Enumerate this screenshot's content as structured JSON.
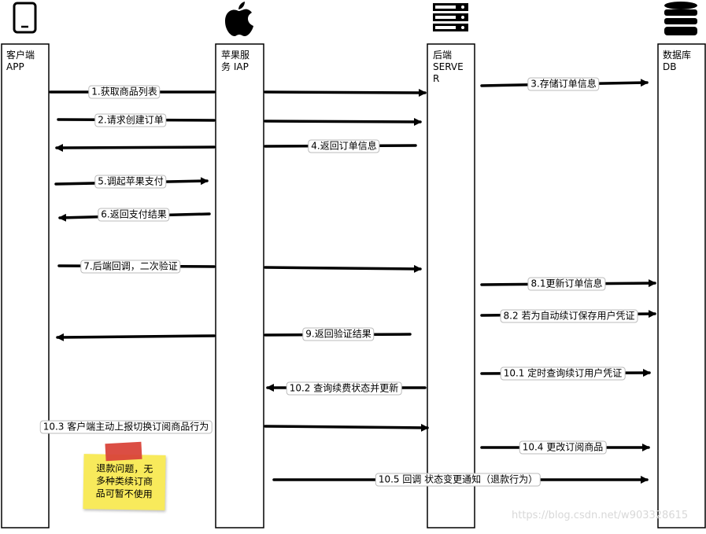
{
  "lanes": [
    {
      "id": "client",
      "label": "客户端\nAPP",
      "icon": "tablet-icon"
    },
    {
      "id": "apple",
      "label": "苹果服\n务 IAP",
      "icon": "apple-icon"
    },
    {
      "id": "server",
      "label": "后端\nSERVE\nR",
      "icon": "server-icon"
    },
    {
      "id": "db",
      "label": "数据库\nDB",
      "icon": "database-icon"
    }
  ],
  "messages": [
    {
      "id": "m1",
      "label": "1.获取商品列表"
    },
    {
      "id": "m2",
      "label": "2.请求创建订单"
    },
    {
      "id": "m3",
      "label": "3.存储订单信息"
    },
    {
      "id": "m4",
      "label": "4.返回订单信息"
    },
    {
      "id": "m5",
      "label": "5.调起苹果支付"
    },
    {
      "id": "m6",
      "label": "6.返回支付结果"
    },
    {
      "id": "m7",
      "label": "7.后端回调，二次验证"
    },
    {
      "id": "m81",
      "label": "8.1更新订单信息"
    },
    {
      "id": "m82",
      "label": "8.2 若为自动续订保存用户凭证"
    },
    {
      "id": "m9",
      "label": "9.返回验证结果"
    },
    {
      "id": "m101",
      "label": "10.1 定时查询续订用户凭证"
    },
    {
      "id": "m102",
      "label": "10.2 查询续费状态并更新"
    },
    {
      "id": "m103",
      "label": "10.3 客户端主动上报切换订阅商品行为"
    },
    {
      "id": "m104",
      "label": "10.4 更改订阅商品"
    },
    {
      "id": "m105",
      "label": "10.5 回调 状态变更通知（退款行为）"
    }
  ],
  "note": {
    "text": "退款问题，无\n多种类续订商\n品可暂不使用"
  },
  "watermark": "https://blog.csdn.net/w903328615",
  "colors": {
    "line": "#000000",
    "sticky": "#f8ea5b",
    "tape": "#d9453a"
  }
}
